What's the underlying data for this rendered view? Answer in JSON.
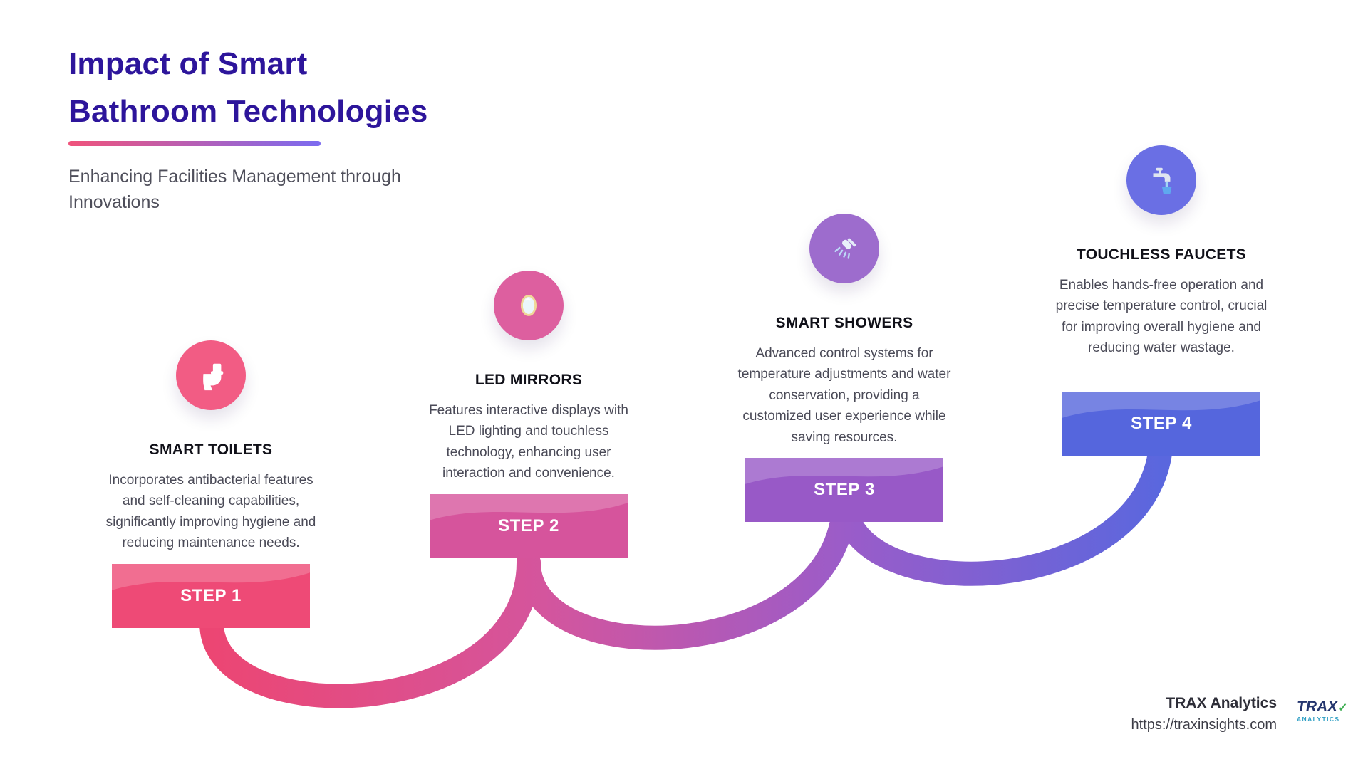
{
  "header": {
    "title_line1": "Impact of Smart",
    "title_line2": "Bathroom Technologies",
    "subtitle": "Enhancing Facilities Management through Innovations"
  },
  "steps": [
    {
      "label": "STEP 1",
      "title": "SMART TOILETS",
      "description": "Incorporates antibacterial features and self-cleaning capabilities, significantly improving hygiene and reducing maintenance needs.",
      "icon": "toilet-icon",
      "banner_color": "#ee4a76",
      "icon_bg": "#f25c84"
    },
    {
      "label": "STEP 2",
      "title": "LED MIRRORS",
      "description": "Features interactive displays with LED lighting and touchless technology, enhancing user interaction and convenience.",
      "icon": "mirror-icon",
      "banner_color": "#d6549c",
      "icon_bg": "#dd5f9f"
    },
    {
      "label": "STEP 3",
      "title": "SMART SHOWERS",
      "description": "Advanced control systems for temperature adjustments and water conservation, providing a customized user experience while saving resources.",
      "icon": "shower-icon",
      "banner_color": "#9859c7",
      "icon_bg": "#9d6ccd"
    },
    {
      "label": "STEP 4",
      "title": "TOUCHLESS FAUCETS",
      "description": "Enables hands-free operation and precise temperature control, crucial for improving overall hygiene and reducing water wastage.",
      "icon": "faucet-icon",
      "banner_color": "#5566dd",
      "icon_bg": "#6a6fe4"
    }
  ],
  "footer": {
    "company": "TRAX Analytics",
    "url": "https://traxinsights.com",
    "logo_title": "TRAX",
    "logo_check": "✓",
    "logo_subtitle": "ANALYTICS"
  },
  "theme": {
    "title_color": "#2d159b",
    "underline_gradient_from": "#f0537b",
    "underline_gradient_to": "#7b6bf0",
    "connector_gradient": [
      "#ec4673",
      "#d4559d",
      "#9a5cc9",
      "#5a67de"
    ]
  }
}
